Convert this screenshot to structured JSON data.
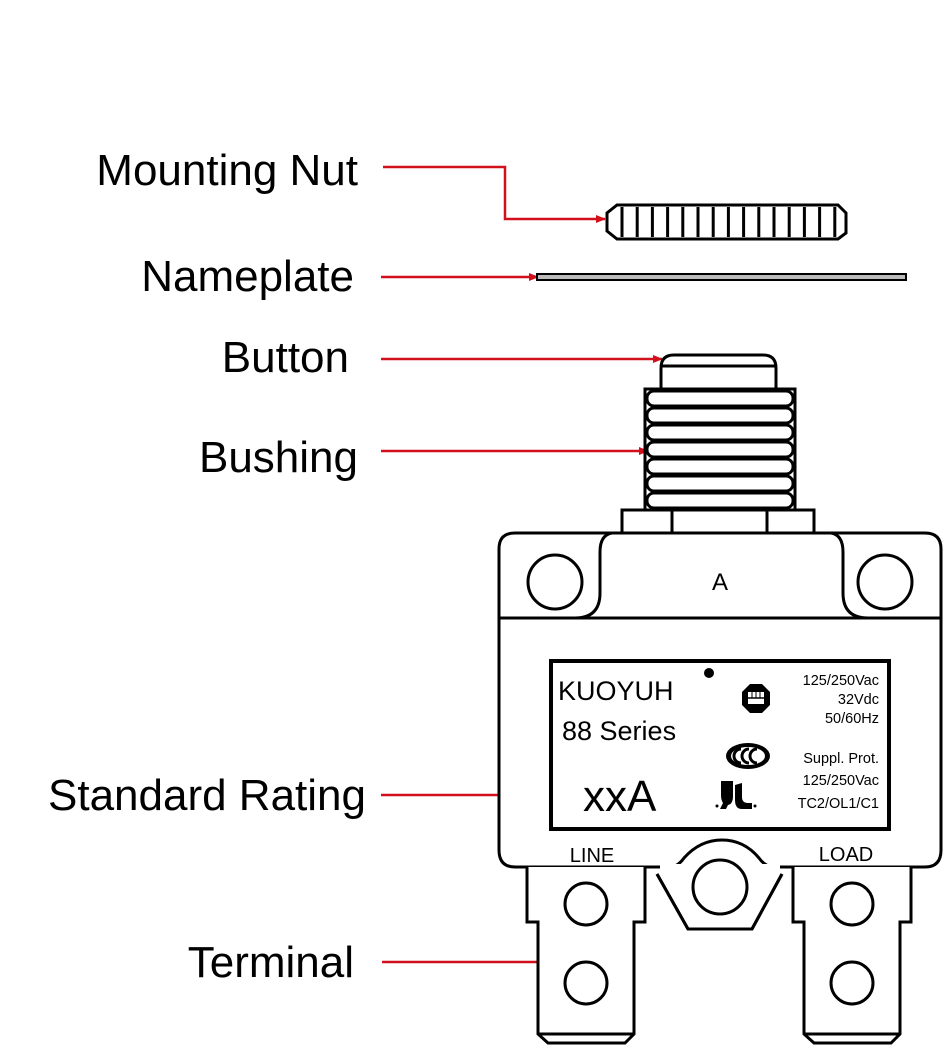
{
  "diagram": {
    "colors": {
      "leader": "#d0101a",
      "outline": "#000000",
      "background": "#ffffff"
    },
    "callouts": [
      {
        "id": "mounting-nut",
        "label": "Mounting Nut"
      },
      {
        "id": "nameplate",
        "label": "Nameplate"
      },
      {
        "id": "button",
        "label": "Button"
      },
      {
        "id": "bushing",
        "label": "Bushing"
      },
      {
        "id": "standard-rating",
        "label": "Standard Rating"
      },
      {
        "id": "terminal",
        "label": "Terminal"
      }
    ],
    "body": {
      "top_letter": "A",
      "line_label": "LINE",
      "load_label": "LOAD"
    },
    "nameplate": {
      "brand": "KUOYUH",
      "series": "88 Series",
      "rating": "xxA",
      "ac_rating": "125/250Vac",
      "dc_rating": "32Vdc",
      "frequency": "50/60Hz",
      "suppl": "Suppl. Prot.",
      "ac_rating_2": "125/250Vac",
      "codes": "TC2/OL1/C1"
    }
  }
}
